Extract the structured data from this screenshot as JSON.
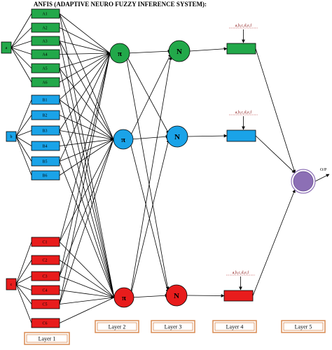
{
  "title": "ANFIS (ADAPTIVE NEURO FUZZY INFERENCE SYSTEM):",
  "colors": {
    "green": "#22a84a",
    "blue": "#1aa3e8",
    "red": "#e81c1c",
    "purple": "#8c6fb5",
    "layer_border": "#d98a52"
  },
  "inputs": [
    {
      "label": "a",
      "color": "green"
    },
    {
      "label": "b",
      "color": "blue"
    },
    {
      "label": "c",
      "color": "red"
    }
  ],
  "membership_functions": {
    "a": [
      "A1",
      "A2",
      "A3",
      "A4",
      "A5",
      "A6"
    ],
    "b": [
      "B1",
      "B2",
      "B3",
      "B4",
      "B5",
      "B6"
    ],
    "c": [
      "C1",
      "C2",
      "C3",
      "C4",
      "C5",
      "C6"
    ]
  },
  "rule_nodes": [
    {
      "symbol": "π",
      "color": "green"
    },
    {
      "symbol": "π",
      "color": "blue"
    },
    {
      "symbol": "π",
      "color": "red"
    }
  ],
  "norm_nodes": [
    {
      "symbol": "N",
      "color": "green"
    },
    {
      "symbol": "N",
      "color": "blue"
    },
    {
      "symbol": "N",
      "color": "red"
    }
  ],
  "consequent_params": [
    "a,b,c,d,e,f",
    "a,b,c,d,e,f",
    "a,b,c,d,e,f"
  ],
  "output_label": "O/P",
  "layers": [
    "Layer 1",
    "Layer 2",
    "Layer 3",
    "Layer 4",
    "Layer 5"
  ]
}
